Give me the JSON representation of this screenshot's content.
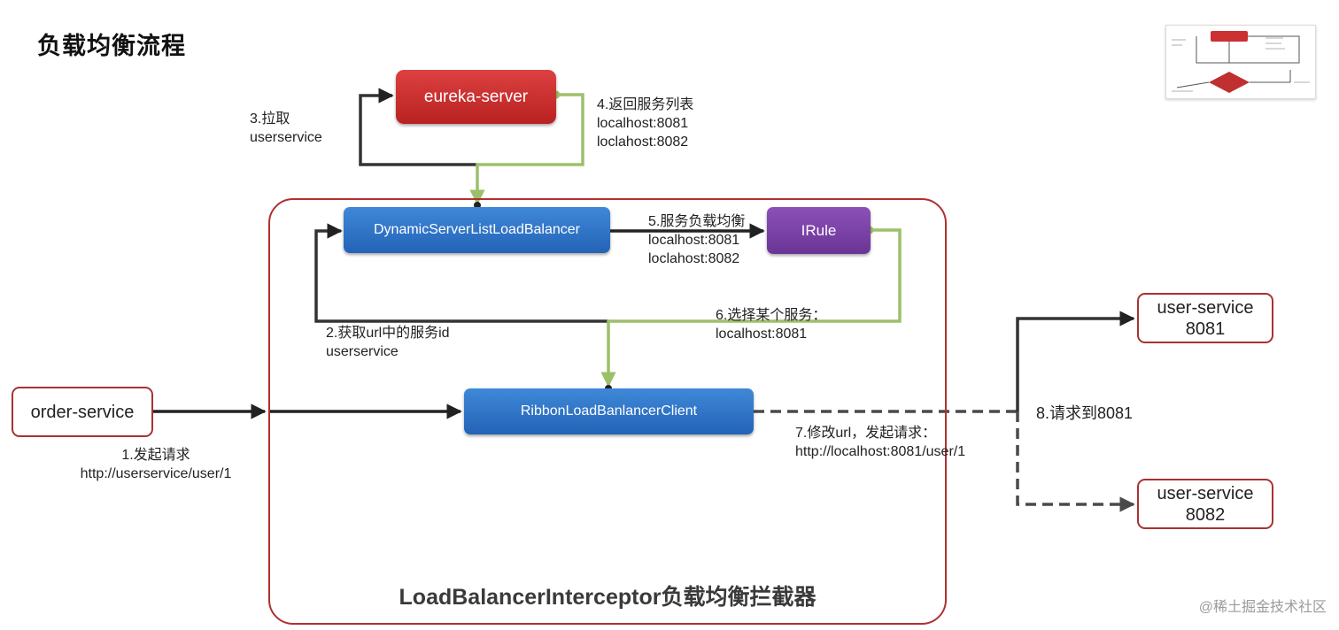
{
  "page": {
    "title": "负载均衡流程"
  },
  "container": {
    "label": "LoadBalancerInterceptor负载均衡拦截器"
  },
  "nodes": {
    "eureka": "eureka-server",
    "dynamic_lb": "DynamicServerListLoadBalancer",
    "irule": "IRule",
    "ribbon_client": "RibbonLoadBanlancerClient",
    "order_service": "order-service",
    "user_service_1": {
      "line1": "user-service",
      "line2": "8081"
    },
    "user_service_2": {
      "line1": "user-service",
      "line2": "8082"
    }
  },
  "steps": {
    "s1": {
      "line1": "1.发起请求",
      "line2": "http://userservice/user/1"
    },
    "s2": {
      "line1": "2.获取url中的服务id",
      "line2": "userservice"
    },
    "s3": {
      "line1": "3.拉取",
      "line2": "userservice"
    },
    "s4": {
      "line1": "4.返回服务列表",
      "line2": "localhost:8081",
      "line3": "loclahost:8082"
    },
    "s5": {
      "line1": "5.服务负载均衡",
      "line2": "localhost:8081",
      "line3": "loclahost:8082"
    },
    "s6": {
      "line1": "6.选择某个服务：",
      "line2": "localhost:8081"
    },
    "s7": {
      "line1": "7.修改url，发起请求：",
      "line2": "http://localhost:8081/user/1"
    },
    "s8": {
      "line1": "8.请求到8081"
    }
  },
  "watermark": "@稀土掘金技术社区",
  "colors": {
    "arrow_dark": "#222222",
    "arrow_green": "#9cc06a",
    "arrow_dashed": "#4a4a4a",
    "container_border": "#b03030",
    "eureka": "#c62f2f",
    "blue_box": "#2e6fc4",
    "purple_box": "#7a42a6"
  }
}
